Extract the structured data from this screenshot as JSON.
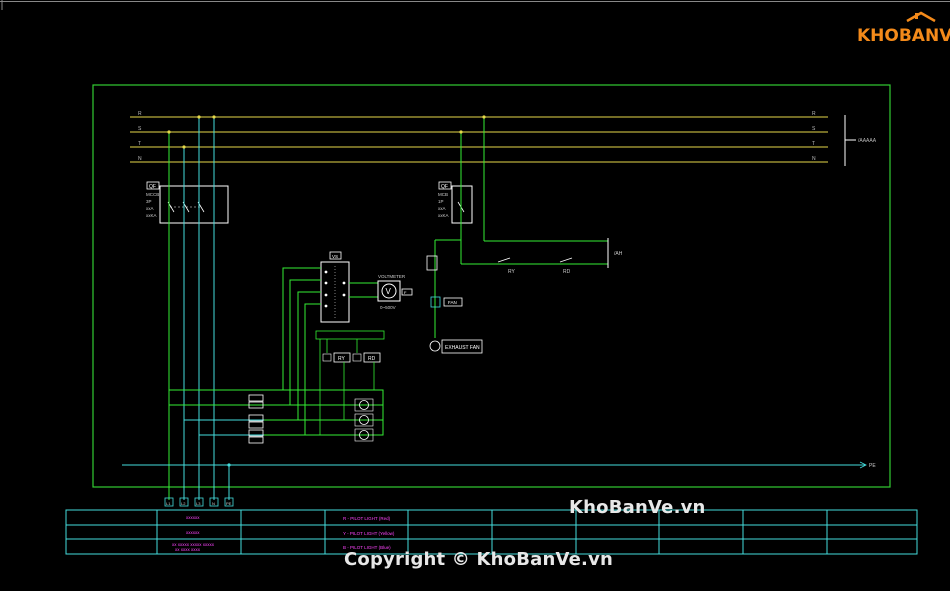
{
  "logo": {
    "text": "KHOBANVE"
  },
  "watermarks": {
    "mid": "KhoBanVe.vn",
    "bottom": "Copyright © KhoBanVe.vn"
  },
  "colors": {
    "background": "#000000",
    "frame": "#33cc33",
    "busbar": "#e6d84a",
    "wire_green": "#33ee33",
    "wire_cyan": "#44dddd",
    "component": "#ffffff",
    "label": "#cccccc",
    "title_text": "#ff44ff",
    "logo": "#f48a1a"
  },
  "busbars": {
    "left_labels": [
      "R",
      "S",
      "T",
      "N"
    ],
    "right_labels": [
      "R",
      "S",
      "T",
      "N"
    ],
    "feeder_label": "/AAAAA"
  },
  "breakers": {
    "main": {
      "tag": "QF",
      "lines": [
        "MCCB",
        "3P",
        "xxA",
        "xxKA"
      ]
    },
    "aux": {
      "tag": "QF",
      "lines": [
        "MCB",
        "1P",
        "xxA",
        "xxKA"
      ]
    }
  },
  "meter": {
    "switch_tag": "VS",
    "voltmeter_label": "VOLTMETER",
    "voltmeter_symbol": "V",
    "range": "0~500V",
    "fuse_tag": "F"
  },
  "control": {
    "signal": "/AH",
    "contacts": [
      "RY",
      "RD"
    ],
    "fan_tag": "FAN",
    "exhaust_label": "EXHAUST FAN"
  },
  "relays": [
    "RY",
    "RD"
  ],
  "pe_label": "PE",
  "outgoing_labels": [
    "L1",
    "L2",
    "L3",
    "N",
    "PE"
  ],
  "title_block": {
    "col1": [
      "xxxxxx",
      "xxxxxx",
      "xx xxxxx xxxxx xxxxx",
      "xx xxxx xxxx"
    ],
    "col2": [
      "R - PILOT LIGHT (Red)",
      "Y - PILOT LIGHT (Yellow)",
      "B - PILOT LIGHT (Blue)"
    ]
  }
}
